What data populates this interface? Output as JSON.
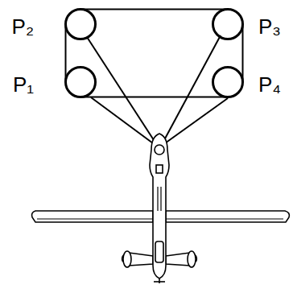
{
  "diagram": {
    "nodes": [
      {
        "text": [
          "P₂"
        ]
      },
      {
        "text": [
          "P₃"
        ]
      },
      {
        "text": [
          "P₁"
        ]
      },
      {
        "text": [
          "P₄"
        ]
      }
    ],
    "edges": [
      {
        "from": 0,
        "to": 1,
        "arrow": "none"
      },
      {
        "from": 2,
        "to": 0,
        "arrow": "none"
      },
      {
        "from": 3,
        "to": 1,
        "arrow": "none"
      },
      {
        "from": 2,
        "to": 3,
        "arrow": "none"
      }
    ]
  }
}
